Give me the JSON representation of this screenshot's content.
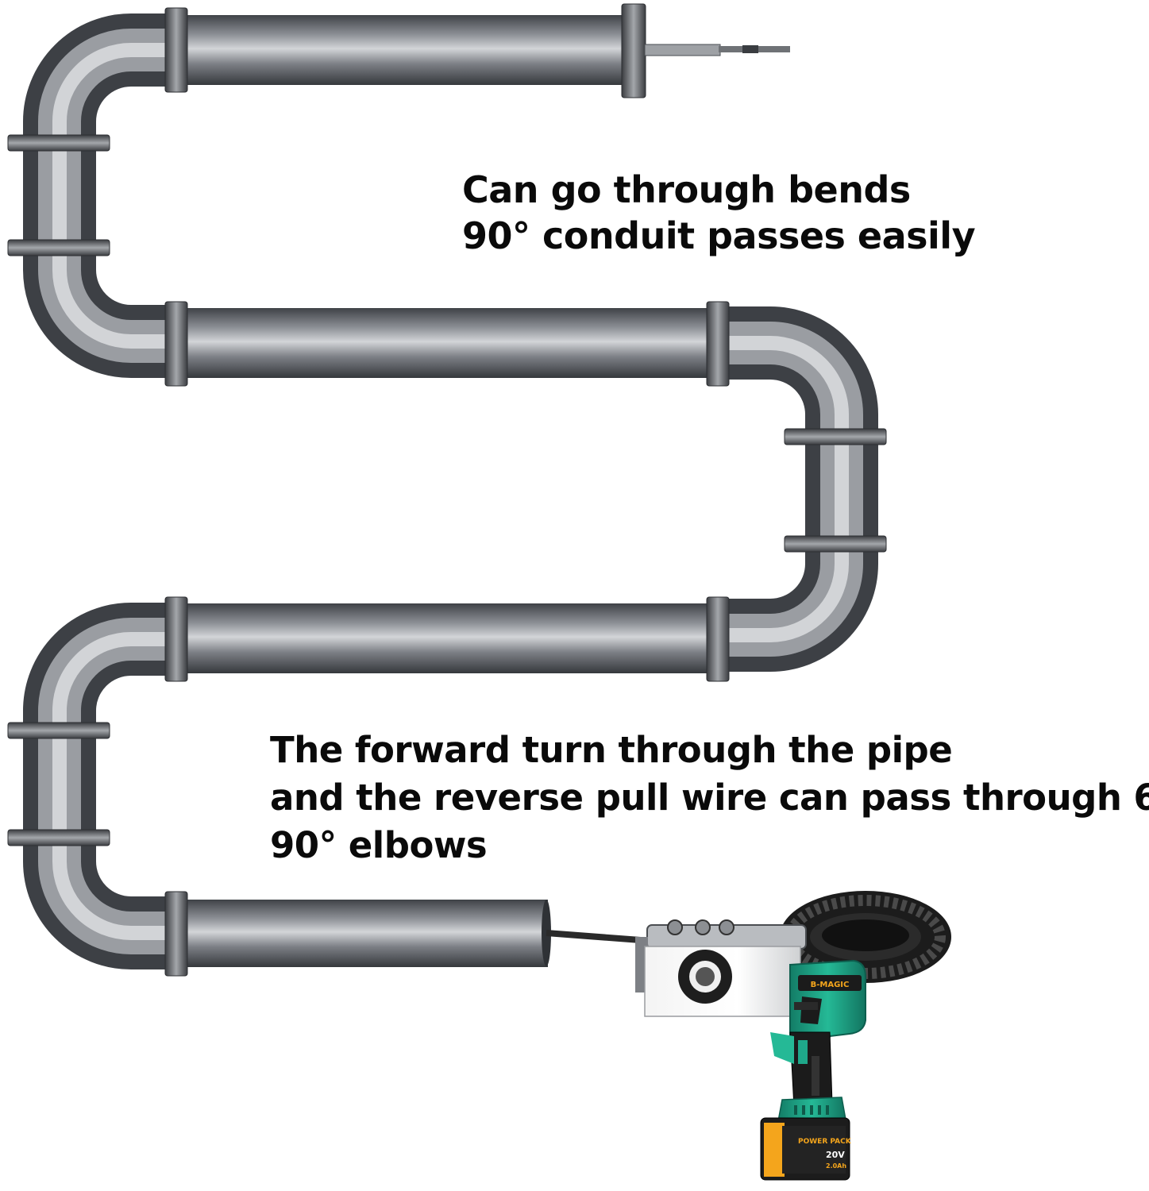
{
  "captions": {
    "top": [
      "Can go through bends",
      "90° conduit passes easily"
    ],
    "bottom": [
      "The forward turn through the pipe",
      "and the reverse pull wire can pass through 6",
      "90° elbows"
    ]
  },
  "tool": {
    "brand_mark": "B-MAGIC",
    "battery_label_1": "POWER PACK",
    "battery_label_2": "20V",
    "battery_label_3": "2.0Ah"
  },
  "colors": {
    "pipe_dark": "#4a4d52",
    "pipe_light": "#c9cbcf",
    "tool_green": "#1fa88a",
    "battery_orange": "#f4a51c",
    "tool_black": "#1b1b1b"
  }
}
